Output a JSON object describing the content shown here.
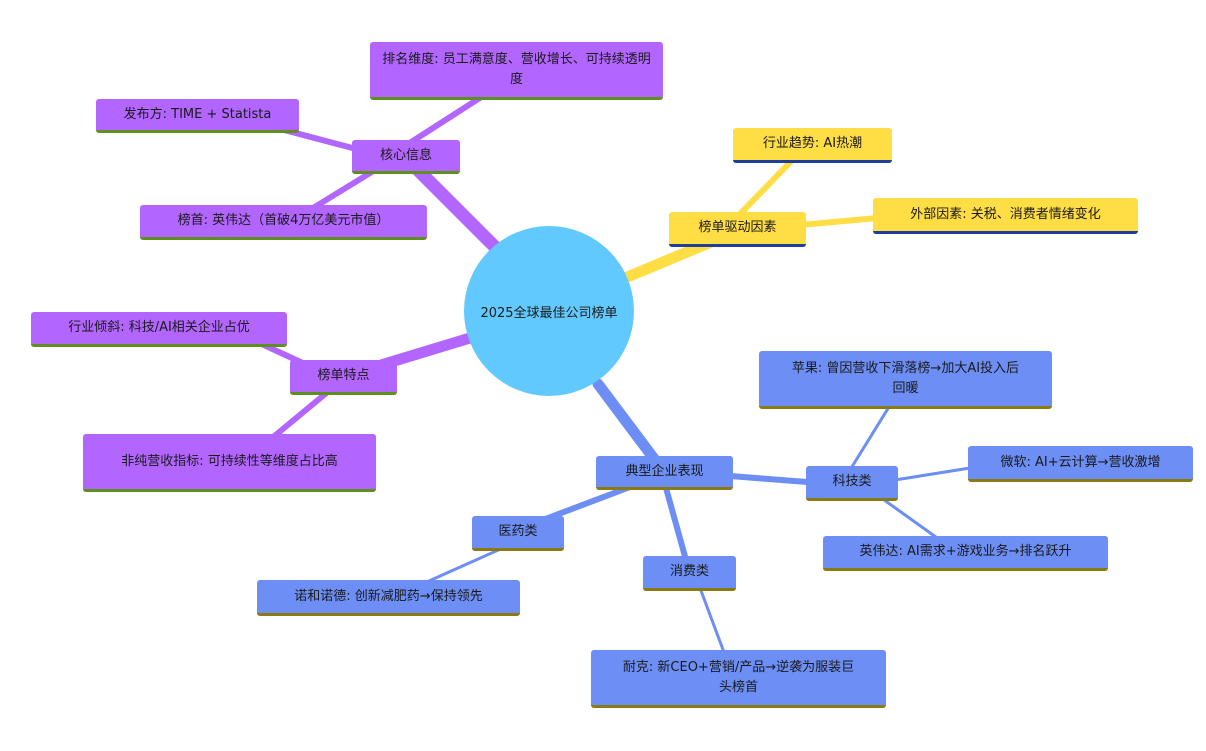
{
  "diagram": {
    "root": "2025全球最佳公司榜单",
    "branches": {
      "core": {
        "label": "核心信息",
        "items": [
          "排名维度: 员工满意度、营收增长、可持续透明度",
          "发布方: TIME + Statista",
          "榜首: 英伟达（首破4万亿美元市值）"
        ]
      },
      "drivers": {
        "label": "榜单驱动因素",
        "items": [
          "行业趋势: AI热潮",
          "外部因素: 关税、消费者情绪变化"
        ]
      },
      "features": {
        "label": "榜单特点",
        "items": [
          "行业倾斜: 科技/AI相关企业占优",
          "非纯营收指标: 可持续性等维度占比高"
        ]
      },
      "companies": {
        "label": "典型企业表现",
        "tech": {
          "label": "科技类",
          "items": [
            "苹果: 曾因营收下滑落榜→加大AI投入后回暖",
            "微软: AI+云计算→营收激增",
            "英伟达: AI需求+游戏业务→排名跃升"
          ]
        },
        "pharma": {
          "label": "医药类",
          "items": [
            "诺和诺德: 创新减肥药→保持领先"
          ]
        },
        "consumer": {
          "label": "消费类",
          "items": [
            "耐克: 新CEO+营销/产品→逆袭为服装巨头榜首"
          ]
        }
      }
    }
  },
  "colors": {
    "purple": "#b266ff",
    "yellow": "#ffdd44",
    "blue": "#6c8ef5",
    "root": "#62c9ff"
  }
}
